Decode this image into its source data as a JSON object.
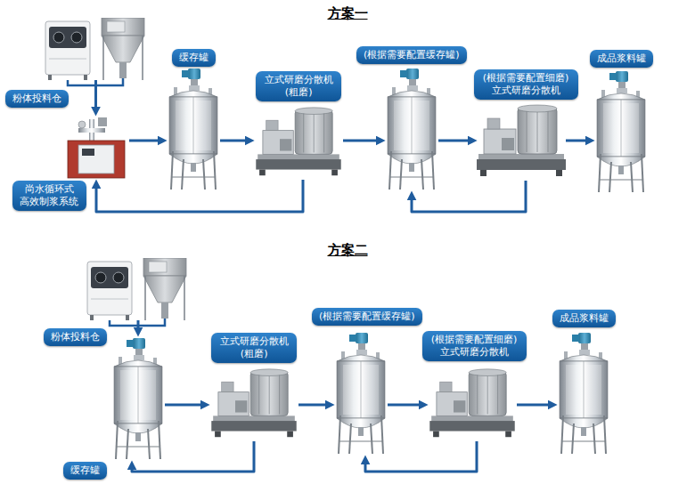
{
  "diagram": {
    "nodes": [
      {
        "text": [
          "粉体投料仓"
        ]
      },
      {
        "text": [
          "尚水循环式 高效制浆系统"
        ]
      },
      {
        "text": [
          "缓存罐"
        ]
      },
      {
        "text": [
          "立式研磨分散机 (粗磨)"
        ]
      },
      {
        "text": [
          "(根据需要配置缓存罐)"
        ]
      },
      {
        "text": [
          "(根据需要配置细磨) 立式研磨分散机"
        ]
      },
      {
        "text": [
          "成品浆料罐"
        ]
      },
      {
        "text": [
          "粉体投料仓"
        ]
      },
      {
        "text": [
          "缓存罐"
        ]
      },
      {
        "text": [
          "立式研磨分散机 (粗磨)"
        ]
      },
      {
        "text": [
          "(根据需要配置缓存罐)"
        ]
      },
      {
        "text": [
          "(根据需要配置细磨) 立式研磨分散机"
        ]
      },
      {
        "text": [
          "成品浆料罐"
        ]
      }
    ],
    "edges": [
      {
        "from": 0,
        "to": 1,
        "arrow": "to"
      },
      {
        "from": 1,
        "to": 2,
        "arrow": "to"
      },
      {
        "from": 2,
        "to": 3,
        "arrow": "to"
      },
      {
        "from": 3,
        "to": 4,
        "arrow": "to"
      },
      {
        "from": 4,
        "to": 5,
        "arrow": "to"
      },
      {
        "from": 5,
        "to": 6,
        "arrow": "to"
      },
      {
        "from": 3,
        "to": 1,
        "arrow": "to"
      },
      {
        "from": 5,
        "to": 4,
        "arrow": "to"
      },
      {
        "from": 7,
        "to": 8,
        "arrow": "to"
      },
      {
        "from": 8,
        "to": 9,
        "arrow": "to"
      },
      {
        "from": 9,
        "to": 10,
        "arrow": "to"
      },
      {
        "from": 10,
        "to": 11,
        "arrow": "to"
      },
      {
        "from": 11,
        "to": 12,
        "arrow": "to"
      },
      {
        "from": 9,
        "to": 8,
        "arrow": "to"
      },
      {
        "from": 11,
        "to": 10,
        "arrow": "to"
      }
    ],
    "labels": [
      "方案一",
      "方案二"
    ]
  }
}
